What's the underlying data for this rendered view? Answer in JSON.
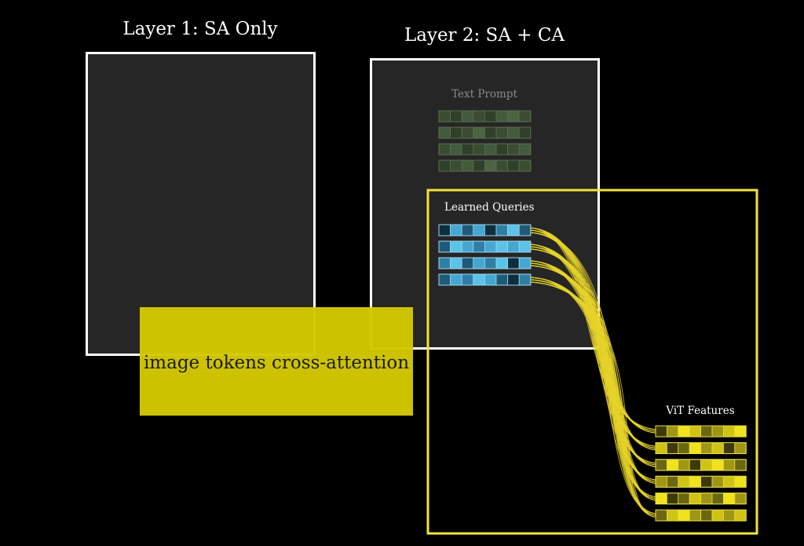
{
  "titles": {
    "layer1": "Layer 1: SA Only",
    "layer2": "Layer 2: SA + CA"
  },
  "labels": {
    "text_prompt": "Text Prompt",
    "learned_queries": "Learned Queries",
    "vit_features": "ViT Features",
    "overlay": "image tokens cross-attention"
  },
  "colors": {
    "background": "#000000",
    "panel_fill": "#262626",
    "panel_border": "#ffffff",
    "highlight_border": "#f2e33a",
    "overlay_fill": "#d4c800",
    "connection_line": "#e6d42a",
    "text_prompt_label": "#8a8a8a",
    "text_prompt_cells": [
      "#2f3f2a",
      "#3a4d33",
      "#445a3c",
      "#4d6443"
    ],
    "query_cells": [
      "#0e2e3e",
      "#1f5a78",
      "#2e7fa6",
      "#45a7d1",
      "#5cc3e8"
    ],
    "vit_cells": [
      "#3d3a08",
      "#6b6610",
      "#9f9714",
      "#cfc414",
      "#f0e31c"
    ]
  },
  "grids": {
    "text_prompt": [
      [
        1,
        0,
        2,
        1,
        0,
        2,
        3,
        1
      ],
      [
        2,
        0,
        1,
        3,
        0,
        1,
        2,
        0
      ],
      [
        1,
        2,
        0,
        1,
        2,
        0,
        1,
        2
      ],
      [
        0,
        1,
        2,
        0,
        3,
        1,
        0,
        1
      ]
    ],
    "learned_queries": [
      [
        0,
        3,
        1,
        3,
        0,
        2,
        4,
        1
      ],
      [
        1,
        4,
        3,
        2,
        3,
        4,
        3,
        4
      ],
      [
        2,
        4,
        1,
        3,
        2,
        4,
        0,
        3
      ],
      [
        1,
        3,
        2,
        4,
        3,
        1,
        0,
        2
      ]
    ],
    "vit_features": [
      [
        0,
        2,
        4,
        3,
        1,
        2,
        3,
        4
      ],
      [
        3,
        0,
        1,
        4,
        2,
        3,
        0,
        2
      ],
      [
        1,
        4,
        2,
        0,
        3,
        4,
        2,
        1
      ],
      [
        2,
        1,
        3,
        4,
        0,
        2,
        3,
        4
      ],
      [
        4,
        0,
        1,
        3,
        2,
        1,
        4,
        2
      ],
      [
        1,
        3,
        4,
        2,
        1,
        3,
        2,
        3
      ]
    ]
  }
}
